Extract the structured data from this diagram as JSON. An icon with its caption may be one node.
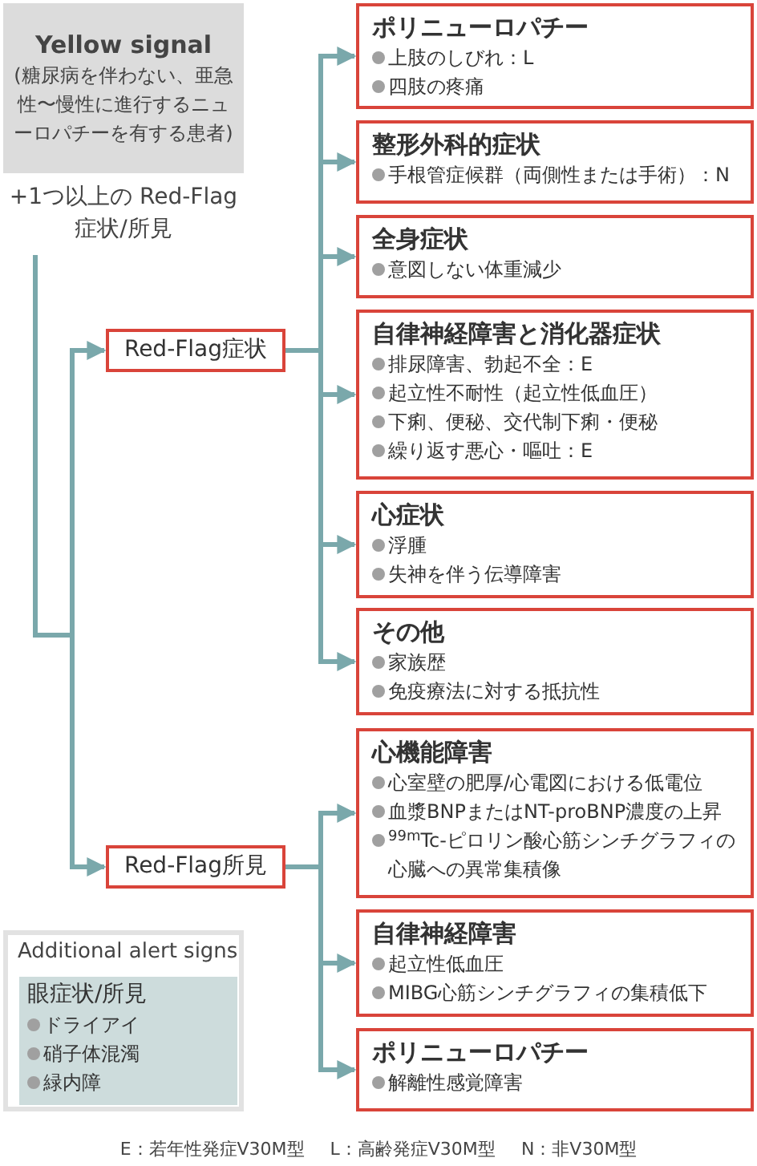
{
  "diagram": {
    "nodes": [
      {
        "text": [
          "Yellow signal",
          "(糖尿病を伴わない、亜急性〜慢性に進行するニューロパチーを有する患者)"
        ]
      },
      {
        "text": [
          "+1つ以上の Red-Flag症状/所見"
        ]
      },
      {
        "text": [
          "Red-Flag症状"
        ]
      },
      {
        "text": [
          "Red-Flag所見"
        ]
      },
      {
        "text": [
          "ポリニューロパチー",
          "上肢のしびれ：L",
          "四肢の疼痛"
        ]
      },
      {
        "text": [
          "整形外科的症状",
          "手根管症候群（両側性または手術）：N"
        ]
      },
      {
        "text": [
          "全身症状",
          "意図しない体重減少"
        ]
      },
      {
        "text": [
          "自律神経障害と消化器症状",
          "排尿障害、勃起不全：E",
          "起立性不耐性（起立性低血圧）",
          "下痢、便秘、交代制下痢・便秘",
          "繰り返す悪心・嘔吐：E"
        ]
      },
      {
        "text": [
          "心症状",
          "浮腫",
          "失神を伴う伝導障害"
        ]
      },
      {
        "text": [
          "その他",
          "家族歴",
          "免疫療法に対する抵抗性"
        ]
      },
      {
        "text": [
          "心機能障害",
          "心室壁の肥厚/心電図における低電位",
          "血漿BNPまたはNT-proBNP濃度の上昇",
          "$^{99m}$Tc-ピロリン酸心筋シンチグラフィの心臓への異常集積像"
        ]
      },
      {
        "text": [
          "自律神経障害",
          "起立性低血圧",
          "MIBG心筋シンチグラフィの集積低下"
        ]
      },
      {
        "text": [
          "ポリニューロパチー",
          "解離性感覚障害"
        ]
      },
      {
        "text": [
          "Additional alert signs"
        ]
      },
      {
        "text": [
          "眼症状/所見",
          "ドライアイ",
          "硝子体混濁",
          "緑内障"
        ],
        "in": 13
      }
    ],
    "edges": [
      {
        "from": 1,
        "to": 2,
        "arrow": "to"
      },
      {
        "from": 1,
        "to": 3,
        "arrow": "to"
      },
      {
        "from": 2,
        "to": 4,
        "arrow": "to"
      },
      {
        "from": 2,
        "to": 5,
        "arrow": "to"
      },
      {
        "from": 2,
        "to": 6,
        "arrow": "to"
      },
      {
        "from": 2,
        "to": 7,
        "arrow": "to"
      },
      {
        "from": 2,
        "to": 8,
        "arrow": "to"
      },
      {
        "from": 2,
        "to": 9,
        "arrow": "to"
      },
      {
        "from": 3,
        "to": 10,
        "arrow": "to"
      },
      {
        "from": 3,
        "to": 11,
        "arrow": "to"
      },
      {
        "from": 3,
        "to": 12,
        "arrow": "to"
      }
    ],
    "labels": [
      "E：若年性発症V30M型",
      "L：高齢発症V30M型",
      "N：非V30M型"
    ]
  }
}
